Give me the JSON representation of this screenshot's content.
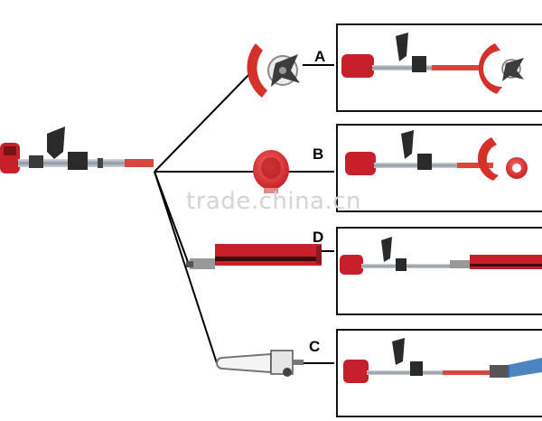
{
  "options": [
    {
      "letter": "A",
      "attachment": "brush-cutter-blade"
    },
    {
      "letter": "B",
      "attachment": "trimmer-head"
    },
    {
      "letter": "D",
      "attachment": "hedge-trimmer"
    },
    {
      "letter": "C",
      "attachment": "pole-chainsaw"
    }
  ],
  "watermark": "trade.china.cn",
  "colors": {
    "engine": "#c8202a",
    "shaft": "#9aa3ad",
    "line": "#000000",
    "frame": "#111111"
  }
}
